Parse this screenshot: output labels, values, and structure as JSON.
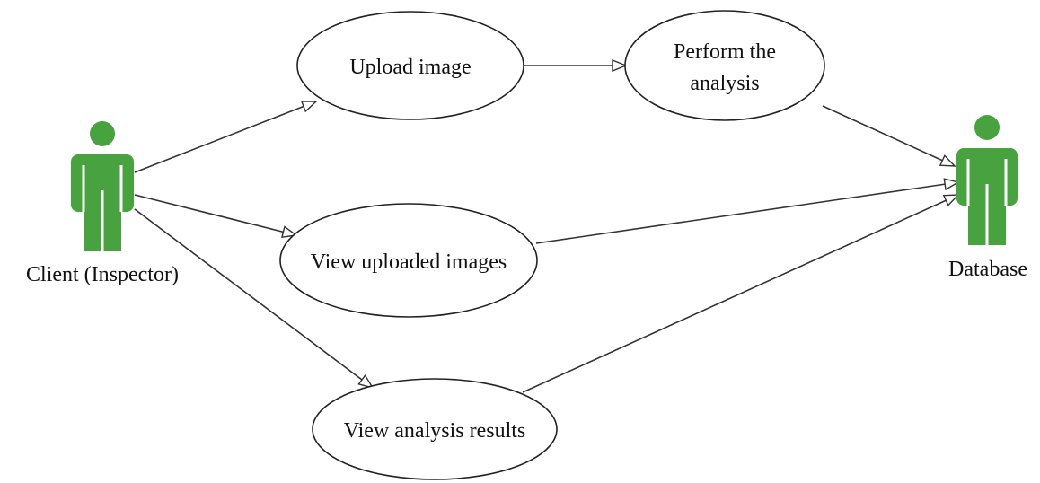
{
  "colors": {
    "actor": "#48a23f",
    "stroke": "#222222",
    "background": "#ffffff"
  },
  "actors": {
    "client": {
      "label": "Client (Inspector)",
      "icon": "person-icon"
    },
    "database": {
      "label": "Database",
      "icon": "person-icon"
    }
  },
  "use_cases": {
    "upload_image": {
      "label": "Upload image"
    },
    "perform_analysis": {
      "line1": "Perform the",
      "line2": "analysis"
    },
    "view_uploaded_images": {
      "label": "View uploaded images"
    },
    "view_analysis_results": {
      "label": "View analysis results"
    }
  }
}
